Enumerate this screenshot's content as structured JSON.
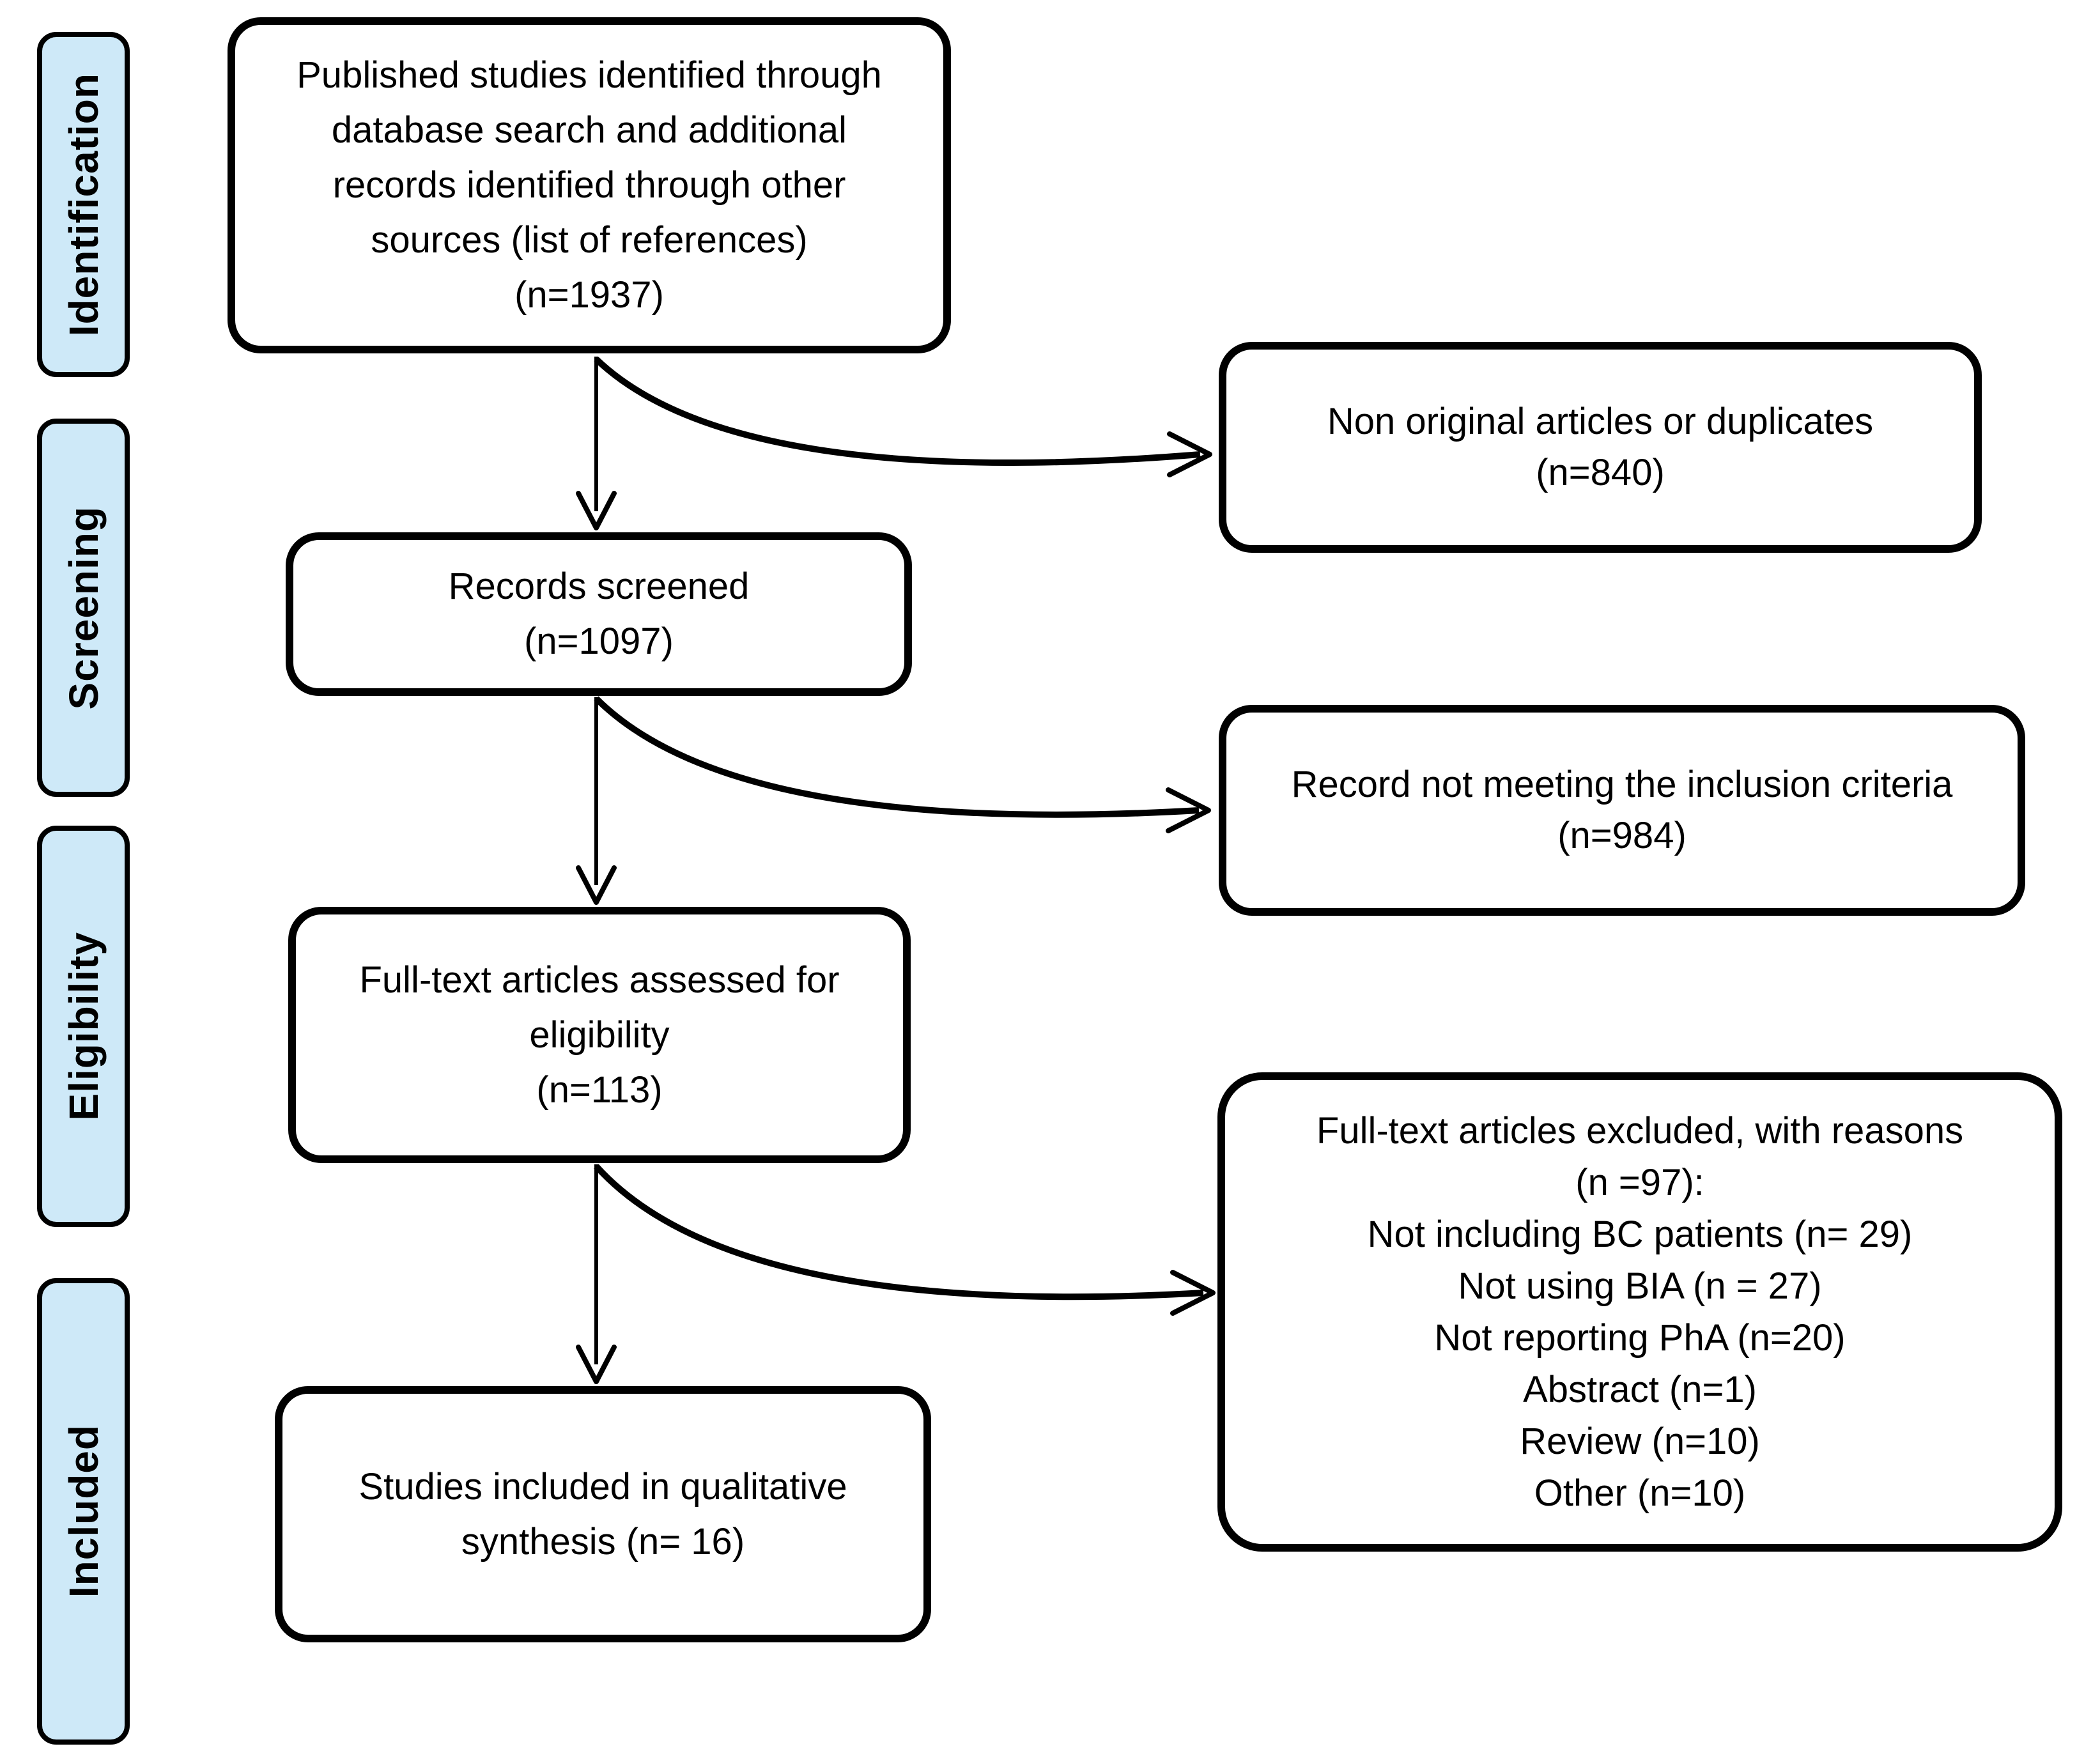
{
  "figure": {
    "kind": "PRISMA flow diagram"
  },
  "colors": {
    "stage_fill": "#cee9f8",
    "border": "#000000",
    "box_fill": "#ffffff",
    "arrow": "#000000",
    "text": "#000000"
  },
  "stages": [
    {
      "label": "Identification"
    },
    {
      "label": "Screening"
    },
    {
      "label": "Eligibility"
    },
    {
      "label": "Included"
    }
  ],
  "main_boxes": [
    {
      "id": "identified",
      "lines": [
        "Published studies identified through",
        "database search and additional",
        "records identified through other",
        "sources (list of references)",
        "(n=1937)"
      ]
    },
    {
      "id": "screened",
      "lines": [
        "Records screened",
        "(n=1097)"
      ]
    },
    {
      "id": "fulltext",
      "lines": [
        "Full-text articles assessed for",
        "eligibility",
        "(n=113)"
      ]
    },
    {
      "id": "included",
      "lines": [
        "Studies included in qualitative",
        "synthesis (n= 16)"
      ]
    }
  ],
  "side_boxes": [
    {
      "id": "non-original",
      "lines": [
        "Non original articles or duplicates",
        "(n=840)"
      ]
    },
    {
      "id": "not-meeting",
      "lines": [
        "Record not meeting the inclusion criteria",
        "(n=984)"
      ]
    },
    {
      "id": "excluded",
      "lines": [
        "Full-text articles excluded, with reasons",
        "(n =97):",
        "Not including BC patients (n= 29)",
        "Not using BIA (n = 27)",
        "Not reporting PhA (n=20)",
        "Abstract (n=1)",
        "Review (n=10)",
        "Other (n=10)"
      ]
    }
  ]
}
